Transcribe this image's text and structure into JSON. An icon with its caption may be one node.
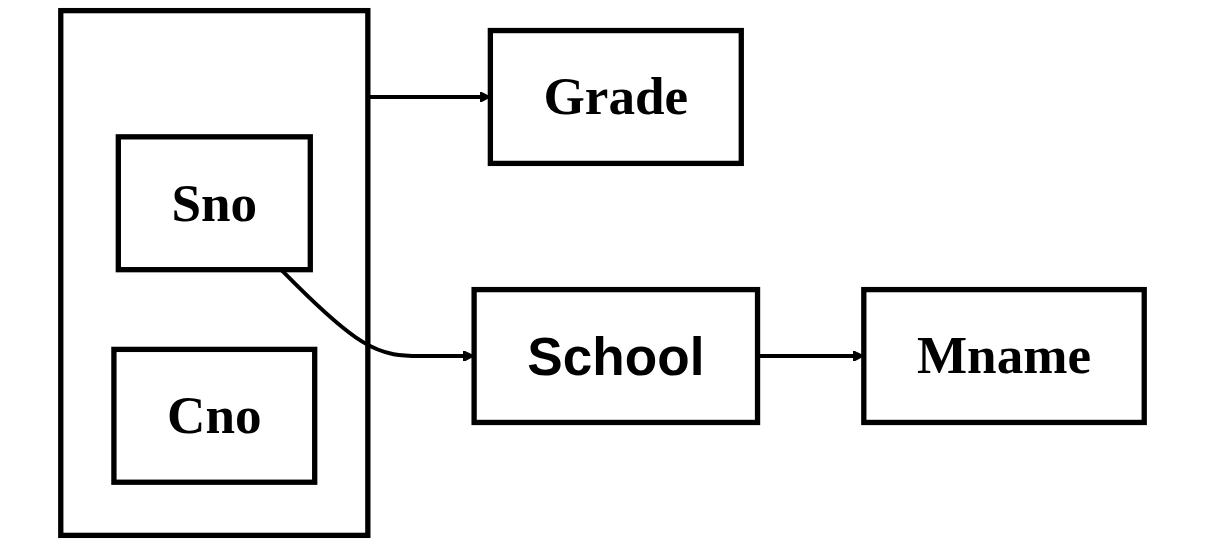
{
  "diagram": {
    "nodes": [
      {
        "text": [],
        "shape": "box"
      },
      {
        "text": [
          "Sno"
        ],
        "in": 0
      },
      {
        "text": [
          "Cno"
        ],
        "in": 0
      },
      {
        "text": [
          "Grade"
        ]
      },
      {
        "text": [
          "School"
        ]
      },
      {
        "text": [
          "Mname"
        ]
      }
    ],
    "edges": [
      {
        "from": 0,
        "to": 3,
        "arrow": "to"
      },
      {
        "from": 1,
        "to": 4,
        "arrow": "to"
      },
      {
        "from": 4,
        "to": 5,
        "arrow": "to"
      }
    ]
  }
}
